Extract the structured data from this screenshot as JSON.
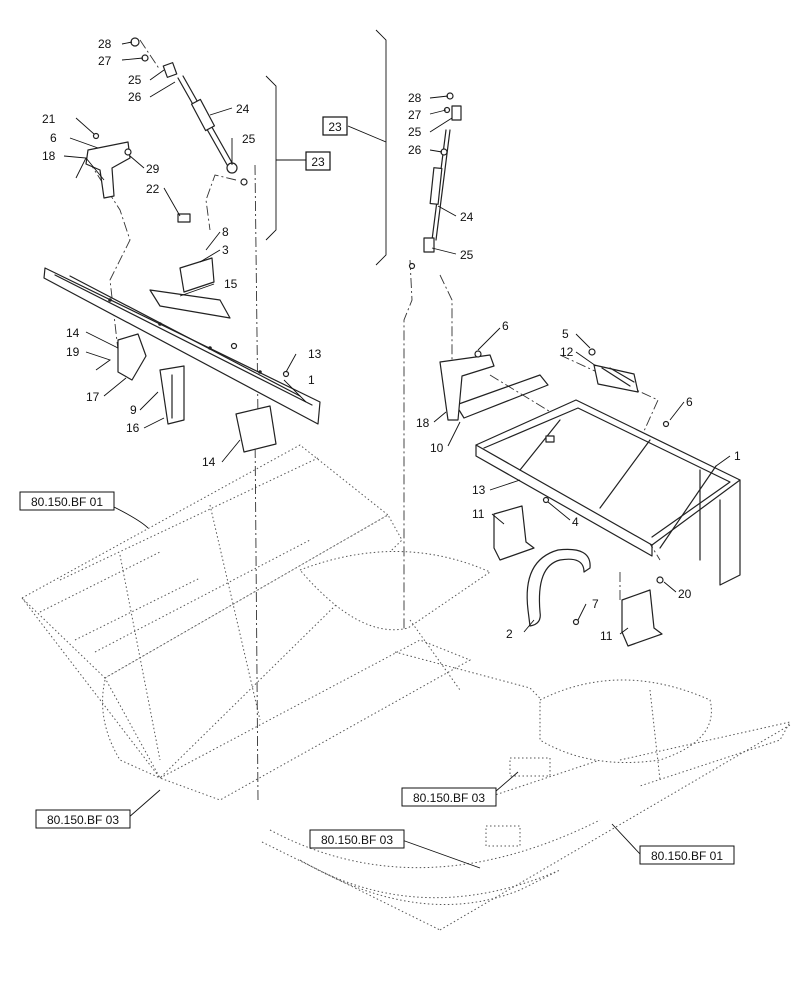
{
  "callouts": {
    "c28a": "28",
    "c27a": "27",
    "c25a": "25",
    "c26a": "26",
    "c24a": "24",
    "c25b": "25",
    "c21": "21",
    "c6a": "6",
    "c18a": "18",
    "c29": "29",
    "c22": "22",
    "c8": "8",
    "c3": "3",
    "c15": "15",
    "c14a": "14",
    "c19": "19",
    "c17": "17",
    "c13a": "13",
    "c1a": "1",
    "c9": "9",
    "c16": "16",
    "c14b": "14",
    "c28b": "28",
    "c27b": "27",
    "c25c": "25",
    "c26b": "26",
    "c24b": "24",
    "c25d": "25",
    "c6b": "6",
    "c5": "5",
    "c12": "12",
    "c6c": "6",
    "c18b": "18",
    "c10": "10",
    "c1b": "1",
    "c13b": "13",
    "c11a": "11",
    "c4": "4",
    "c20": "20",
    "c7": "7",
    "c2": "2",
    "c11b": "11"
  },
  "groups": {
    "g23a": "23",
    "g23b": "23"
  },
  "refs": {
    "bf01_left": "80.150.BF 01",
    "bf03_left": "80.150.BF 03",
    "bf03_right": "80.150.BF 03",
    "bf03_bottom": "80.150.BF 03",
    "bf01_right": "80.150.BF 01"
  }
}
